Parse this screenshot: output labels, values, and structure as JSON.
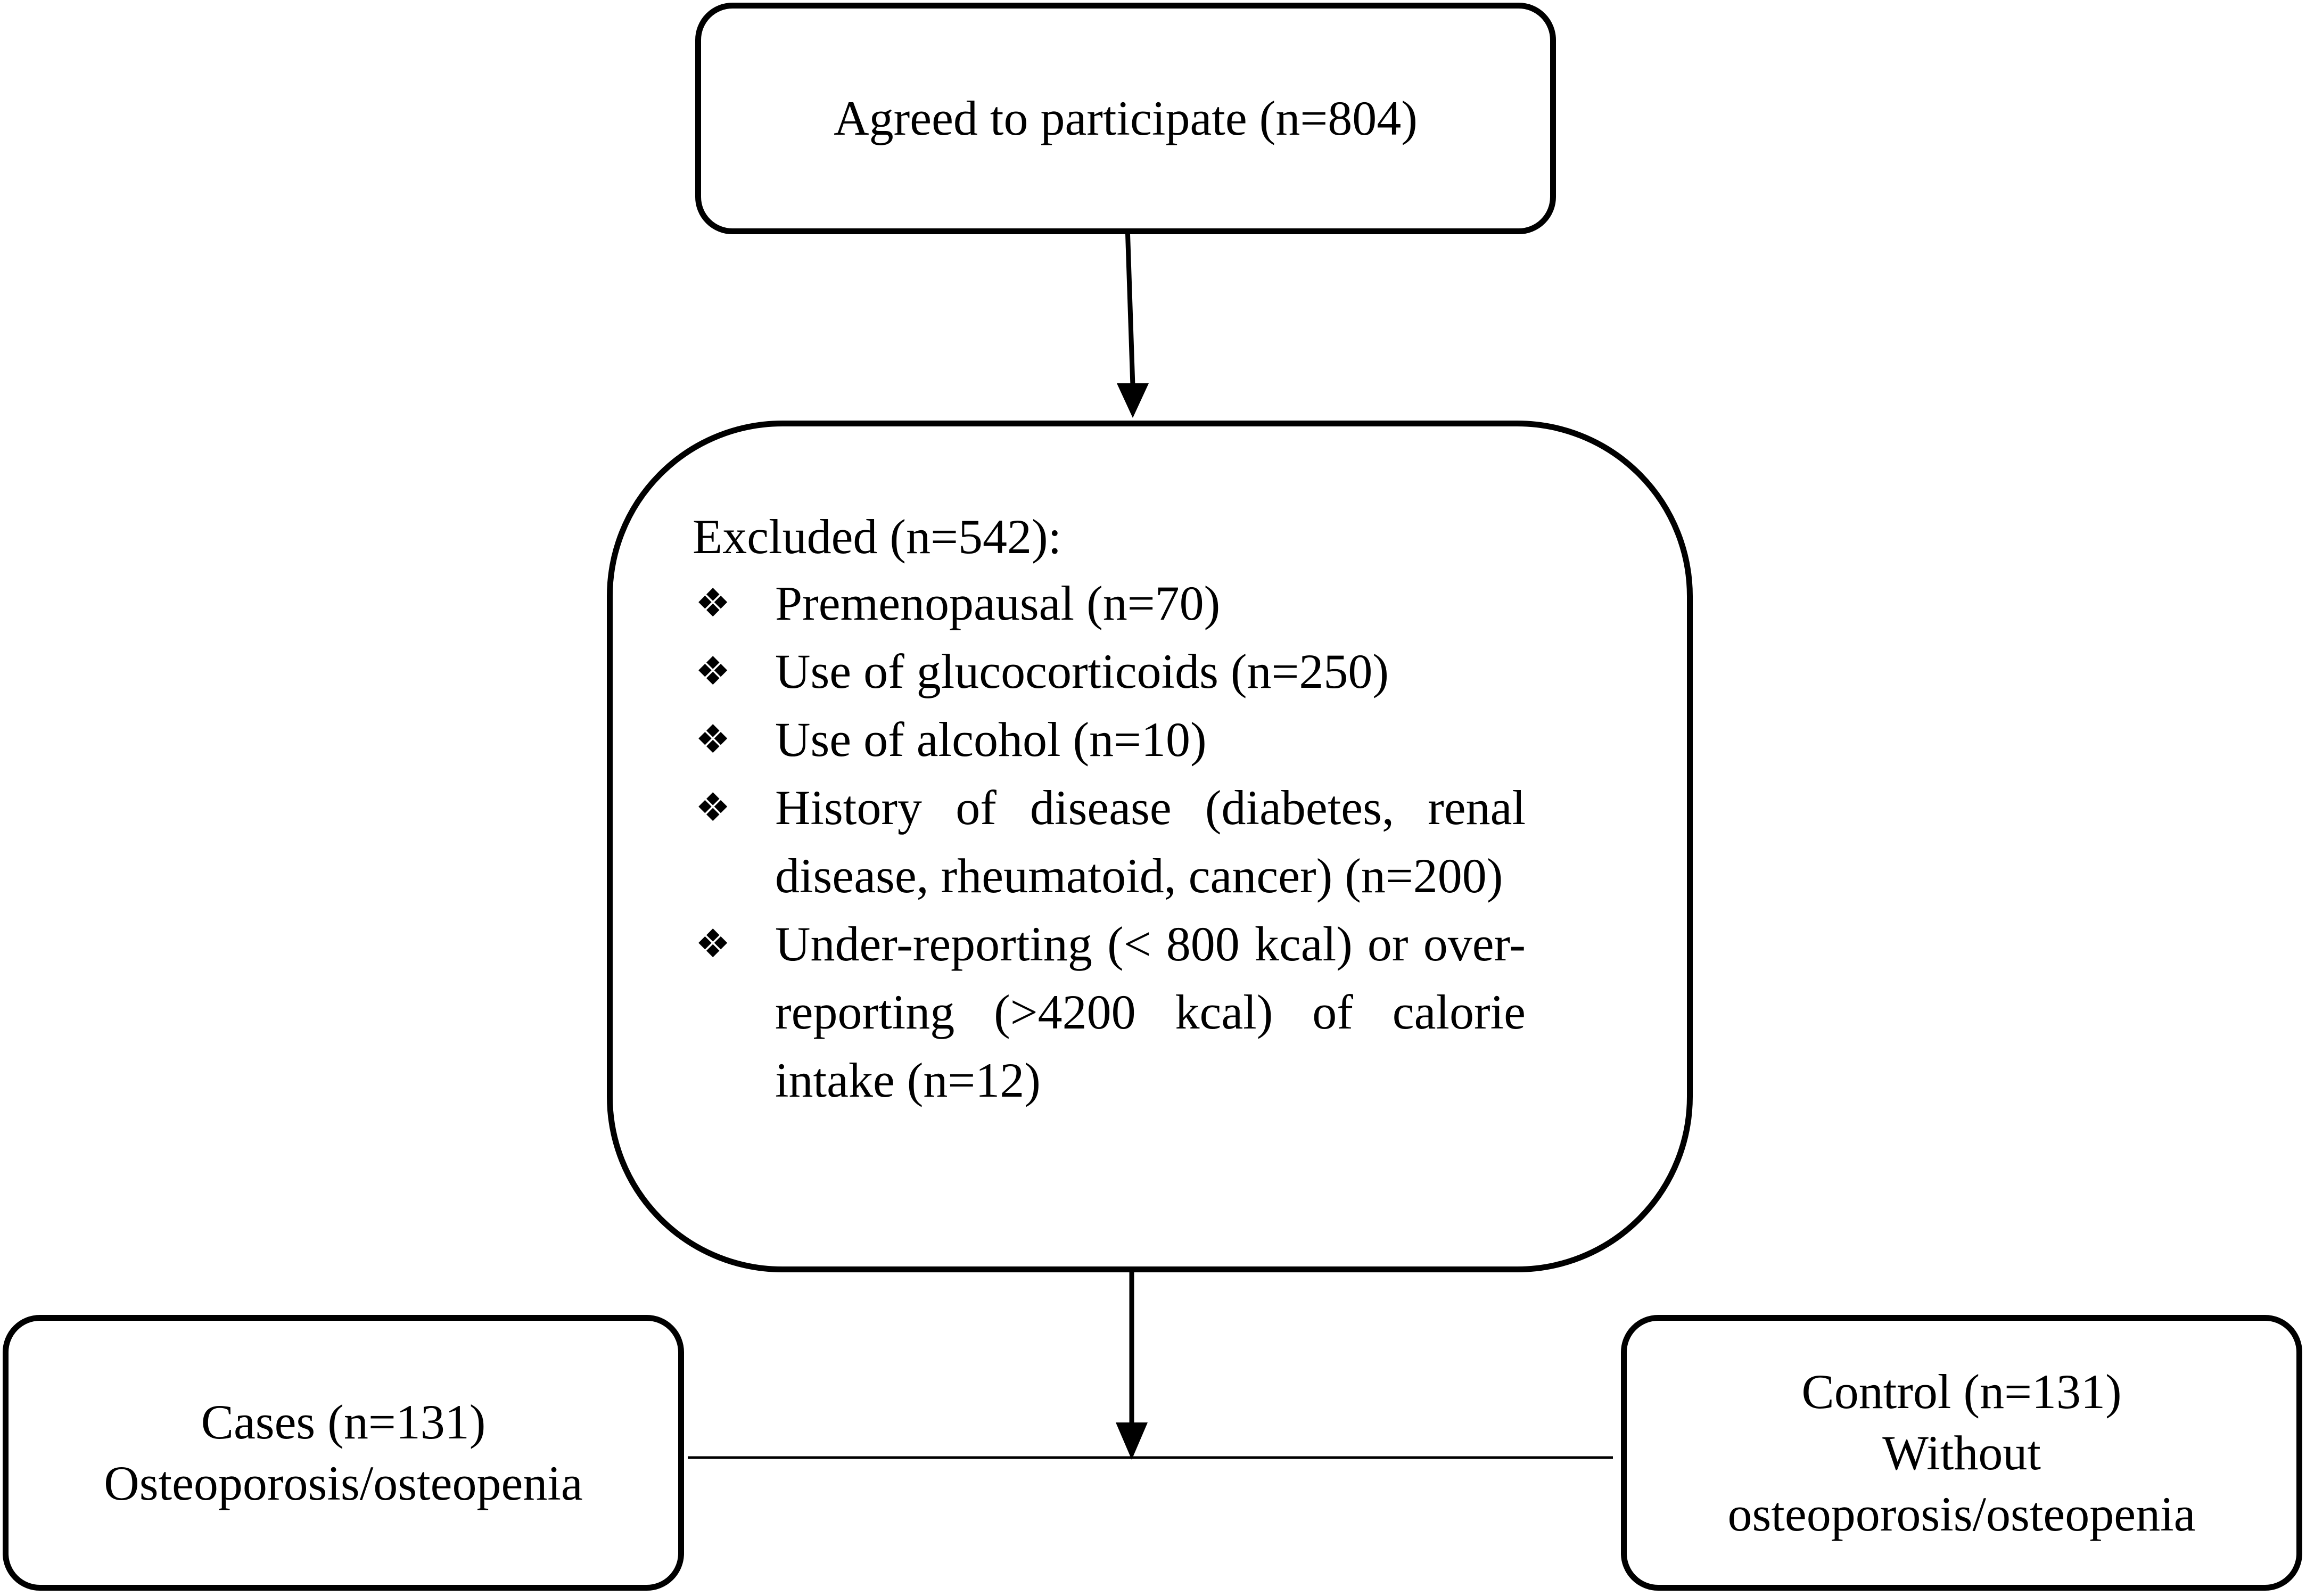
{
  "participants": {
    "label": "Agreed to participate (n=804)"
  },
  "excluded": {
    "heading": "Excluded (n=542):",
    "bullet_symbol": "❖",
    "items": [
      "Premenopausal (n=70)",
      "Use of glucocorticoids (n=250)",
      "Use of alcohol (n=10)",
      "History of disease (diabetes, renal disease, rheumatoid, cancer) (n=200)",
      "Under-reporting (< 800 kcal) or over-reporting (>4200 kcal) of calorie intake (n=12)"
    ]
  },
  "cases": {
    "line1": "Cases (n=131)",
    "line2": "Osteoporosis/osteopenia"
  },
  "control": {
    "line1": "Control (n=131)",
    "line2": "Without",
    "line3": "osteoporosis/osteopenia"
  }
}
